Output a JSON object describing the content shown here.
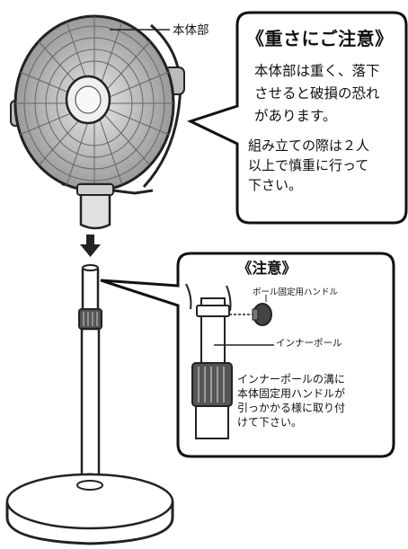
{
  "labels": {
    "main_body": "本体部",
    "knob": "ポール固定用ハンドル",
    "inner_pole": "インナーポール"
  },
  "callout_top": {
    "title": "《重さにご注意》",
    "body1": "本体部は重く、落下\nさせると破損の恐れ\nがあります。",
    "body2": "組み立ての際は２人\n以上で慎重に行って\n下さい。"
  },
  "callout_bottom": {
    "title": "《注意》",
    "body": "インナーポールの溝に\n本体固定用ハンドルが\n引っかかる様に取り付\nけて下さい。"
  }
}
